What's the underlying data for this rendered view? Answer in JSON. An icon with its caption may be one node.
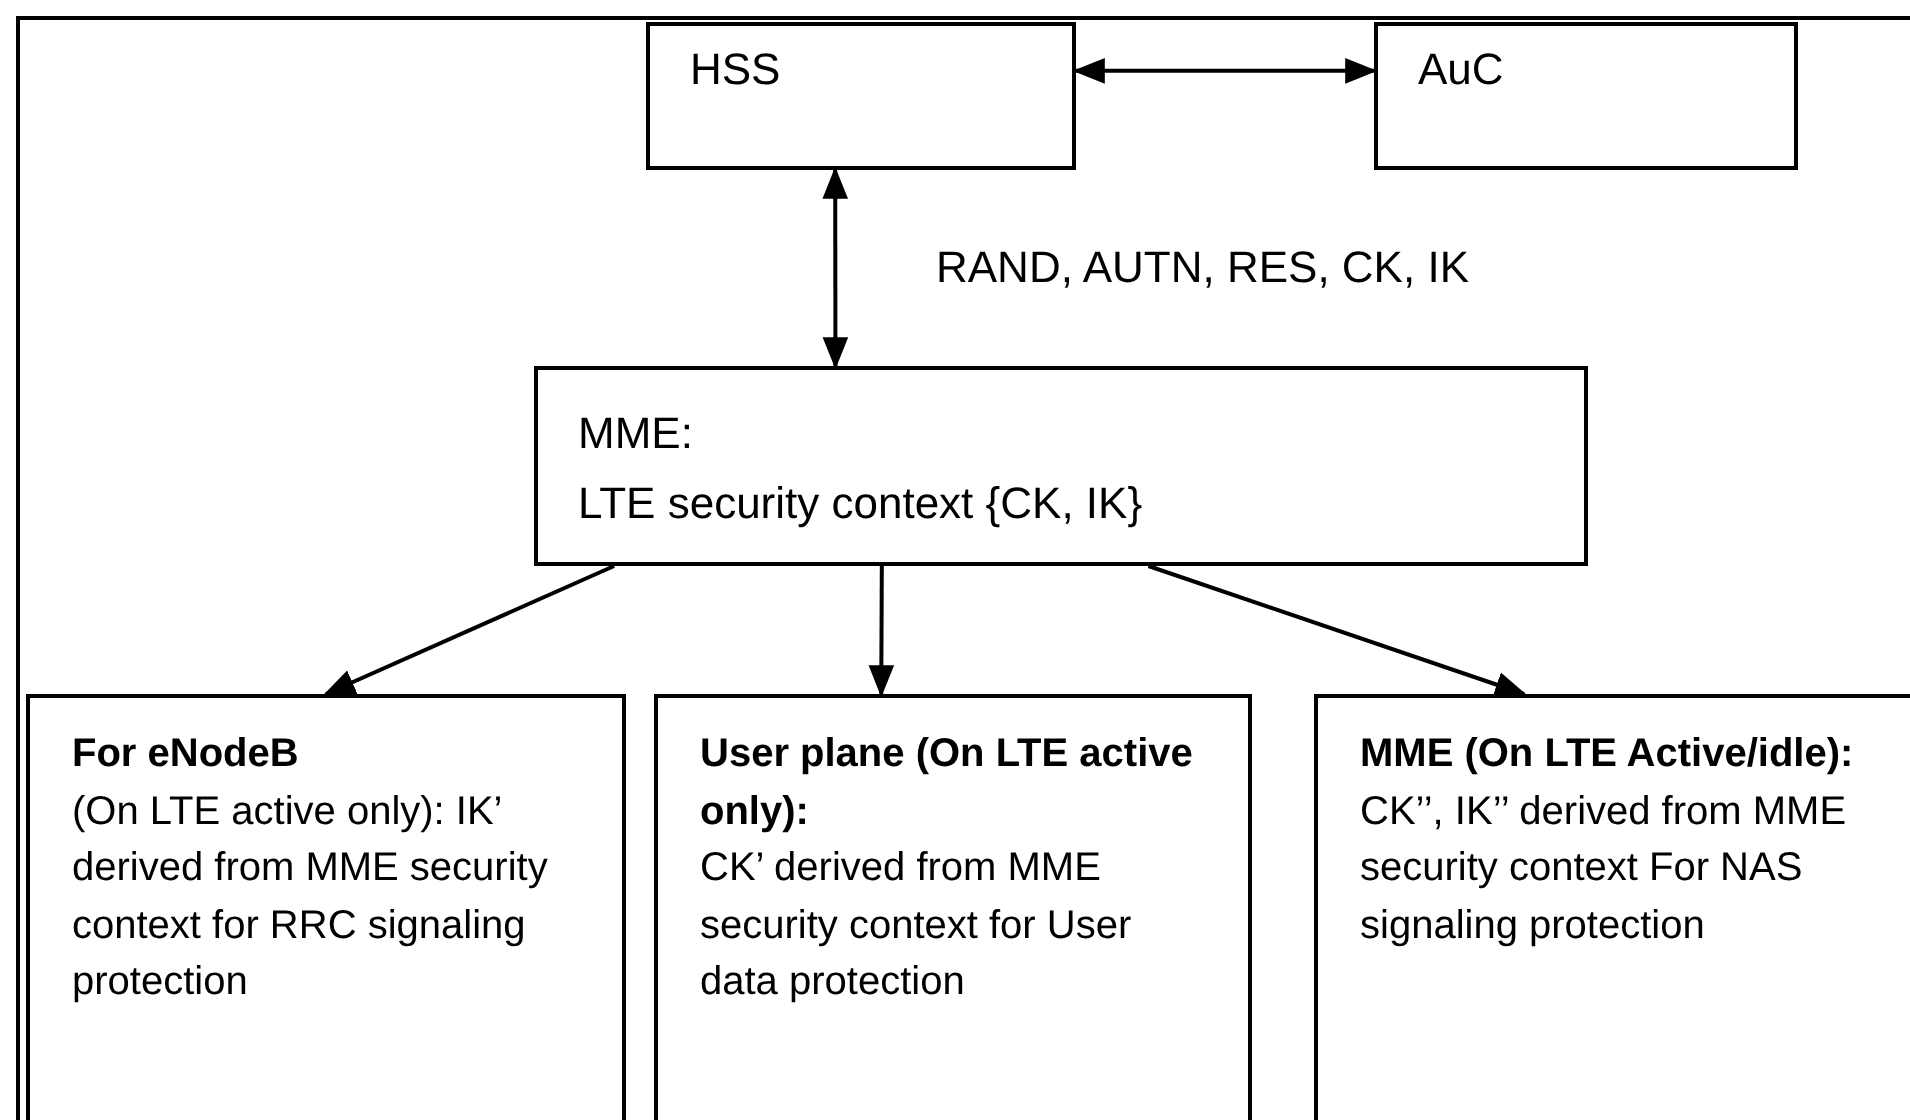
{
  "diagram": {
    "nodes": [
      {
        "text": [
          "HSS"
        ]
      },
      {
        "text": [
          "AuC"
        ]
      },
      {
        "text": [
          "MME:",
          "LTE security context {CK, IK}"
        ]
      },
      {
        "text": [
          "For eNodeB",
          "(On LTE active only): IK’ derived from MME security context for RRC signaling protection"
        ]
      },
      {
        "text": [
          "User plane (On LTE active only):",
          "CK’ derived from MME security context for User data protection"
        ]
      },
      {
        "text": [
          "MME (On LTE Active/idle):",
          "CK’’, IK’’ derived from MME security context For NAS signaling protection"
        ]
      }
    ],
    "edges": [
      {
        "from": 0,
        "to": 1,
        "arrow": "both"
      },
      {
        "from": 0,
        "to": 2,
        "arrow": "both",
        "label": "RAND, AUTN, RES, CK, IK"
      },
      {
        "from": 2,
        "to": 3,
        "arrow": "to"
      },
      {
        "from": 2,
        "to": 4,
        "arrow": "to"
      },
      {
        "from": 2,
        "to": 5,
        "arrow": "to"
      }
    ]
  }
}
